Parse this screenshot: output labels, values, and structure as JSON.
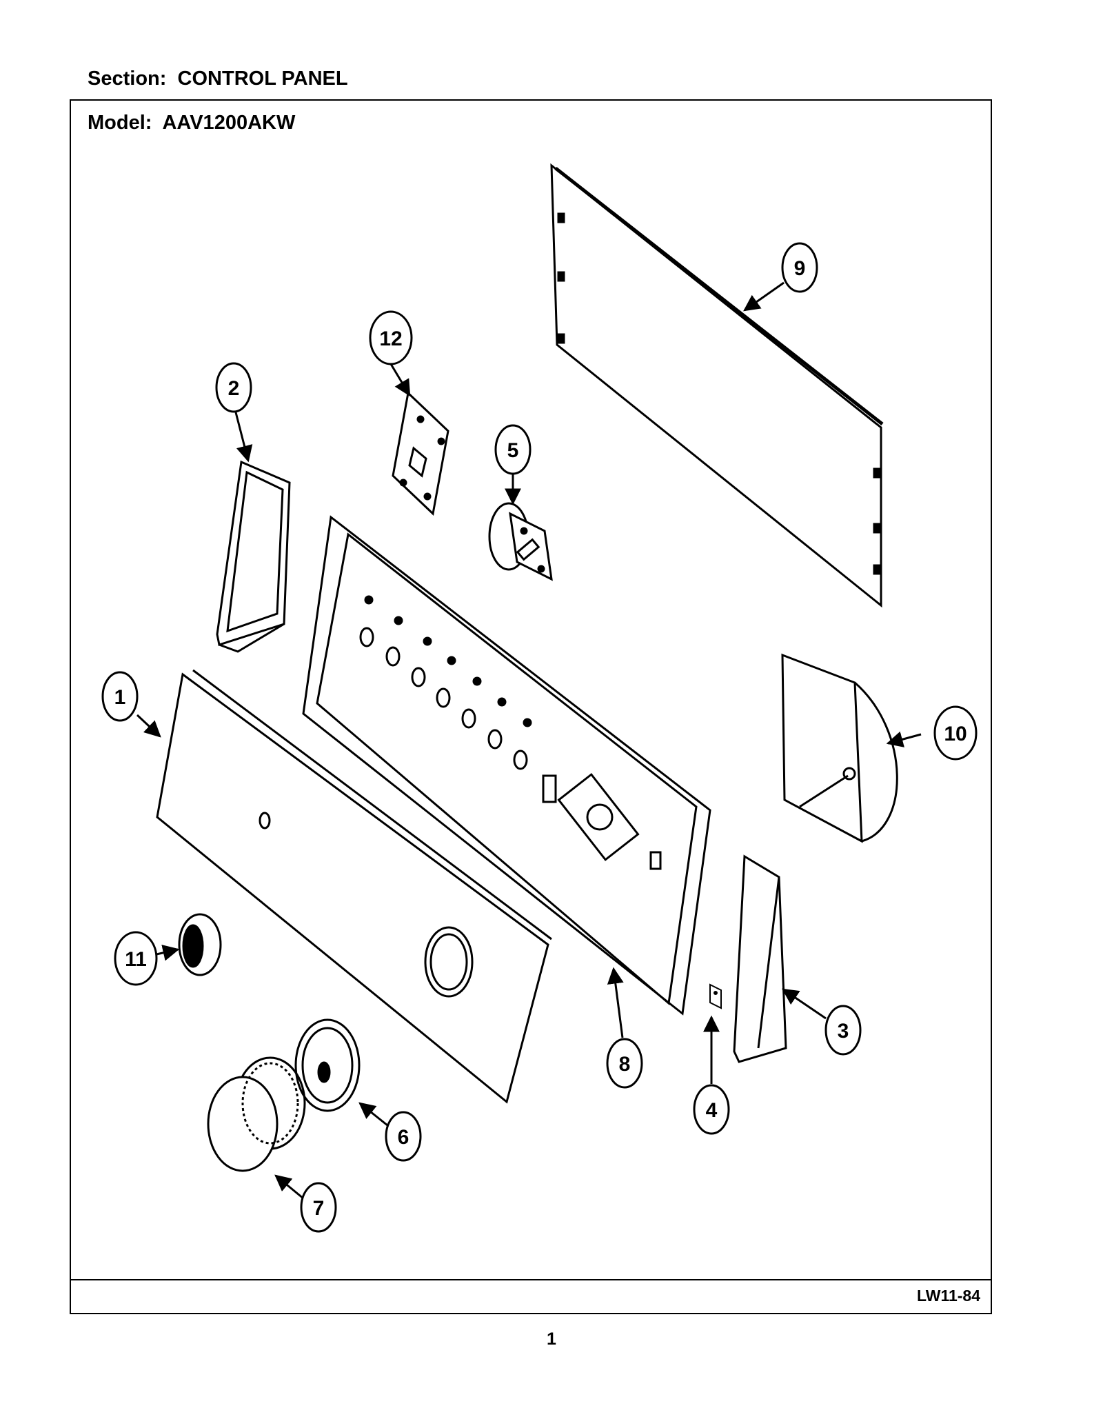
{
  "section": {
    "label": "Section:",
    "value": "CONTROL PANEL"
  },
  "model": {
    "label": "Model:",
    "value": "AAV1200AKW"
  },
  "doc_code": "LW11-84",
  "page_number": "1",
  "callouts": [
    {
      "id": "1",
      "text": "1"
    },
    {
      "id": "2",
      "text": "2"
    },
    {
      "id": "3",
      "text": "3"
    },
    {
      "id": "4",
      "text": "4"
    },
    {
      "id": "5",
      "text": "5"
    },
    {
      "id": "6",
      "text": "6"
    },
    {
      "id": "7",
      "text": "7"
    },
    {
      "id": "8",
      "text": "8"
    },
    {
      "id": "9",
      "text": "9"
    },
    {
      "id": "10",
      "text": "10"
    },
    {
      "id": "11",
      "text": "11"
    },
    {
      "id": "12",
      "text": "12"
    }
  ],
  "colors": {
    "ink": "#000000",
    "paper": "#ffffff"
  }
}
